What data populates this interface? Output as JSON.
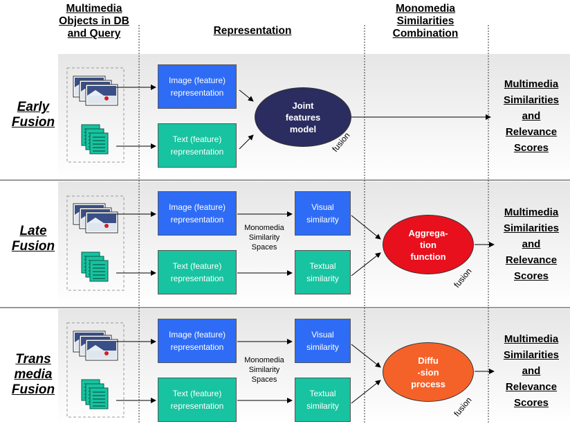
{
  "headers": {
    "col1": [
      "Multimedia",
      "Objects in DB",
      "and Query"
    ],
    "col2": "Representation",
    "col3": [
      "Monomedia",
      "Similarities",
      "Combination"
    ]
  },
  "rows": [
    {
      "label": [
        "Early",
        "Fusion"
      ],
      "image_box": [
        "Image (feature)",
        "representation"
      ],
      "text_box": [
        "Text (feature)",
        "representation"
      ],
      "combiner": [
        "Joint",
        "features",
        "model"
      ],
      "combiner_color": "#2b2d60",
      "fusion_label": "fusion",
      "result": [
        "Multimedia",
        "Similarities",
        "and",
        "Relevance",
        "Scores"
      ]
    },
    {
      "label": [
        "Late",
        "Fusion"
      ],
      "image_box": [
        "Image (feature)",
        "representation"
      ],
      "text_box": [
        "Text (feature)",
        "representation"
      ],
      "visual_box": [
        "Visual",
        "similarity"
      ],
      "textual_box": [
        "Textual",
        "similarity"
      ],
      "spaces_label": [
        "Monomedia",
        "Similarity",
        "Spaces"
      ],
      "combiner": [
        "Aggrega-",
        "tion",
        "function"
      ],
      "combiner_color": "#e8101c",
      "fusion_label": "fusion",
      "result": [
        "Multimedia",
        "Similarities",
        "and",
        "Relevance",
        "Scores"
      ]
    },
    {
      "label": [
        "Trans",
        "media",
        "Fusion"
      ],
      "image_box": [
        "Image (feature)",
        "representation"
      ],
      "text_box": [
        "Text (feature)",
        "representation"
      ],
      "visual_box": [
        "Visual",
        "similarity"
      ],
      "textual_box": [
        "Textual",
        "similarity"
      ],
      "spaces_label": [
        "Monomedia",
        "Similarity",
        "Spaces"
      ],
      "combiner": [
        "Diffu",
        "-sion",
        "process"
      ],
      "combiner_color": "#f4622a",
      "fusion_label": "fusion",
      "result": [
        "Multimedia",
        "Similarities",
        "and",
        "Relevance",
        "Scores"
      ]
    }
  ],
  "colors": {
    "image_box": "#2f6cf5",
    "text_box": "#17c3a0",
    "similarity_box": "#17c3a0"
  },
  "icons": {
    "image_stack": "photo-stack-icon",
    "document_stack": "document-stack-icon"
  }
}
